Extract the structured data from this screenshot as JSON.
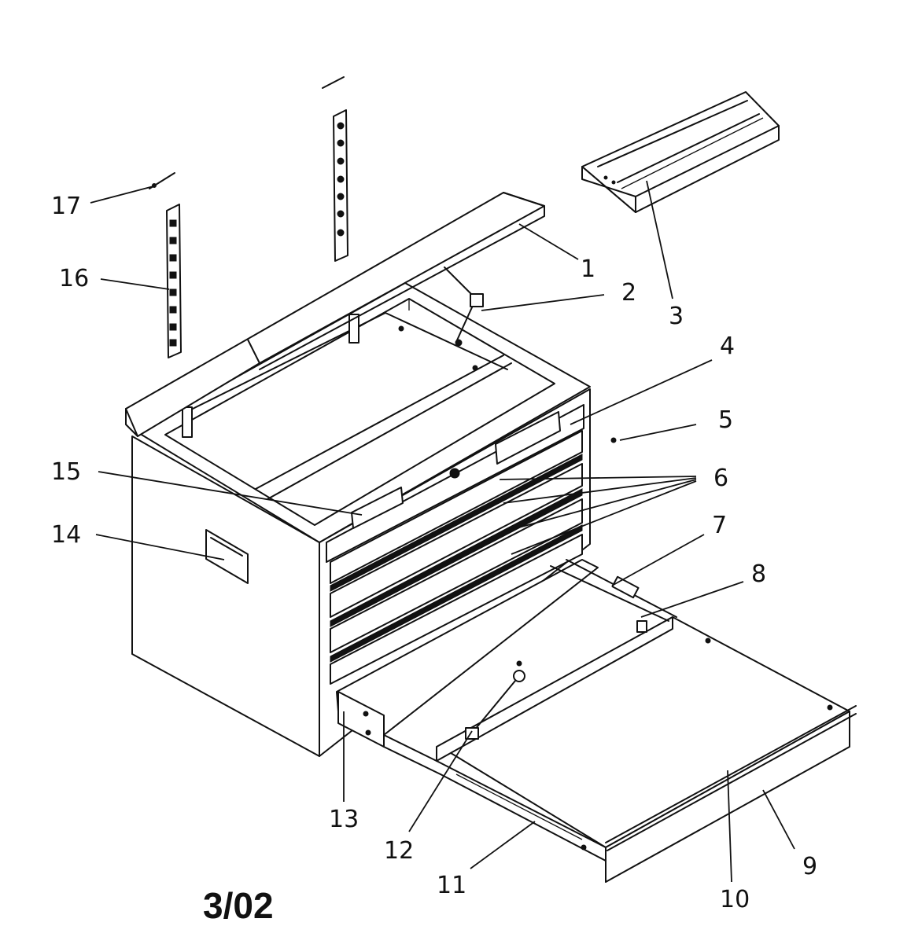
{
  "labels": {
    "p1": "1",
    "p2": "2",
    "p3": "3",
    "p4": "4",
    "p5": "5",
    "p6": "6",
    "p7": "7",
    "p8": "8",
    "p9": "9",
    "p10": "10",
    "p11": "11",
    "p12": "12",
    "p13": "13",
    "p14": "14",
    "p15": "15",
    "p16": "16",
    "p17": "17"
  },
  "date_code": "3/02"
}
